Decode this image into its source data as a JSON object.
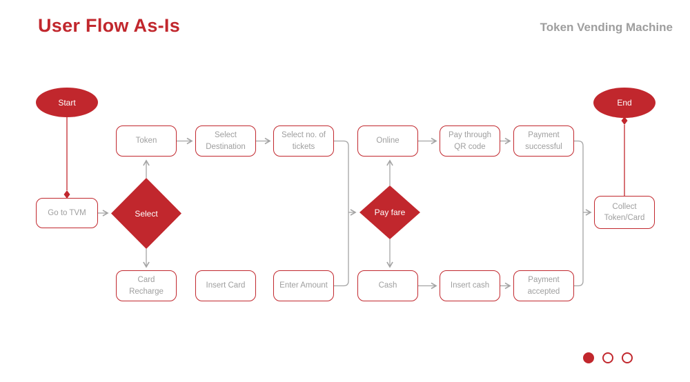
{
  "header": {
    "title": "User Flow As-Is",
    "subtitle": "Token Vending Machine"
  },
  "colors": {
    "accent_red": "#c1272d",
    "line_gray": "#a3a3a3",
    "text_gray": "#9e9e9e"
  },
  "flowchart": {
    "nodes": {
      "start": "Start",
      "go_to_tvm": "Go to TVM",
      "select": "Select",
      "token": "Token",
      "select_destination": "Select Destination",
      "select_tickets": "Select no. of tickets",
      "card_recharge": "Card Recharge",
      "insert_card": "Insert Card",
      "enter_amount": "Enter Amount",
      "pay_fare": "Pay fare",
      "online": "Online",
      "pay_qr": "Pay through QR code",
      "payment_successful": "Payment successful",
      "cash": "Cash",
      "insert_cash": "Insert cash",
      "payment_accepted": "Payment accepted",
      "collect": "Collect Token/Card",
      "end": "End"
    },
    "edges": [
      {
        "from": "start",
        "to": "go_to_tvm",
        "style": "red-diamond-arrow"
      },
      {
        "from": "go_to_tvm",
        "to": "select",
        "style": "arrow"
      },
      {
        "from": "select",
        "to": "token",
        "style": "arrow"
      },
      {
        "from": "select",
        "to": "card_recharge",
        "style": "arrow"
      },
      {
        "from": "token",
        "to": "select_destination",
        "style": "arrow"
      },
      {
        "from": "select_destination",
        "to": "select_tickets",
        "style": "arrow"
      },
      {
        "from": "select_tickets",
        "to": "pay_fare",
        "style": "arrow"
      },
      {
        "from": "card_recharge",
        "to": "insert_card",
        "style": "arrow"
      },
      {
        "from": "insert_card",
        "to": "enter_amount",
        "style": "arrow"
      },
      {
        "from": "enter_amount",
        "to": "pay_fare",
        "style": "arrow"
      },
      {
        "from": "pay_fare",
        "to": "online",
        "style": "arrow"
      },
      {
        "from": "pay_fare",
        "to": "cash",
        "style": "arrow"
      },
      {
        "from": "online",
        "to": "pay_qr",
        "style": "arrow"
      },
      {
        "from": "pay_qr",
        "to": "payment_successful",
        "style": "arrow"
      },
      {
        "from": "cash",
        "to": "insert_cash",
        "style": "arrow"
      },
      {
        "from": "insert_cash",
        "to": "payment_accepted",
        "style": "arrow"
      },
      {
        "from": "payment_successful",
        "to": "collect",
        "style": "arrow"
      },
      {
        "from": "payment_accepted",
        "to": "collect",
        "style": "arrow"
      },
      {
        "from": "collect",
        "to": "end",
        "style": "red-diamond-arrow"
      }
    ]
  },
  "pagination": {
    "dots": [
      {
        "active": true
      },
      {
        "active": false
      },
      {
        "active": false
      }
    ]
  }
}
